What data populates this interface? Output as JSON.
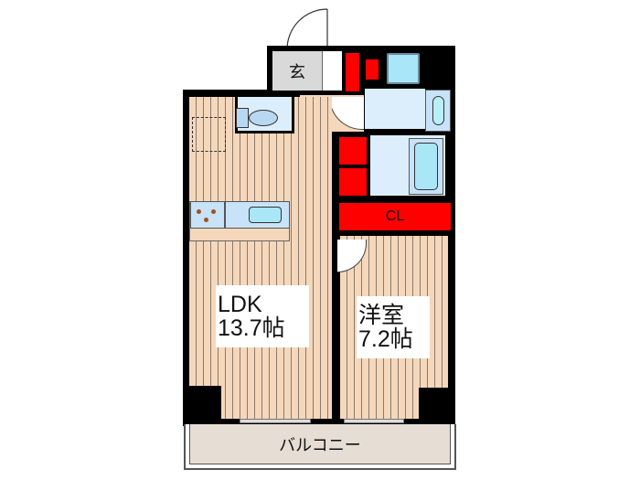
{
  "floorplan": {
    "rooms": {
      "entrance": {
        "label": "玄"
      },
      "closet": {
        "label": "CL"
      },
      "ldk": {
        "name": "LDK",
        "size": "13.7帖"
      },
      "western_room": {
        "name": "洋室",
        "size": "7.2帖"
      },
      "balcony": {
        "label": "バルコニー"
      }
    },
    "colors": {
      "wall": "#000000",
      "floor": "#f5d7bb",
      "wet_area": "#dceefc",
      "storage": "#ff0000",
      "entrance": "#d9d9d9",
      "balcony": "#e6ddd4"
    }
  }
}
